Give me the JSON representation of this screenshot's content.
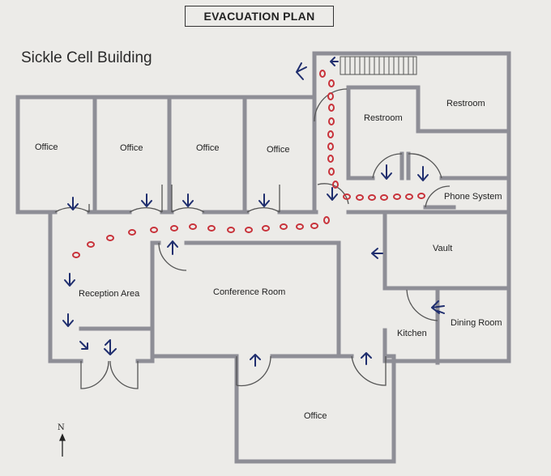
{
  "title": "EVACUATION PLAN",
  "building_name": "Sickle Cell Building",
  "north_label": "N",
  "rooms": {
    "office_1": "Office",
    "office_2": "Office",
    "office_3": "Office",
    "office_4": "Office",
    "restroom_1": "Restroom",
    "restroom_2": "Restroom",
    "phone_system": "Phone System",
    "vault": "Vault",
    "reception_area": "Reception Area",
    "conference_room": "Conference Room",
    "kitchen": "Kitchen",
    "dining_room": "Dining Room",
    "office_bottom": "Office"
  },
  "colors": {
    "wall": "#8e8e96",
    "arrow": "#1f2e6e",
    "route_dot": "#c8323a",
    "paper": "#ecebe8"
  },
  "icons": [
    "stairs-icon",
    "exit-arrow-icon",
    "north-arrow-icon",
    "route-dot"
  ]
}
